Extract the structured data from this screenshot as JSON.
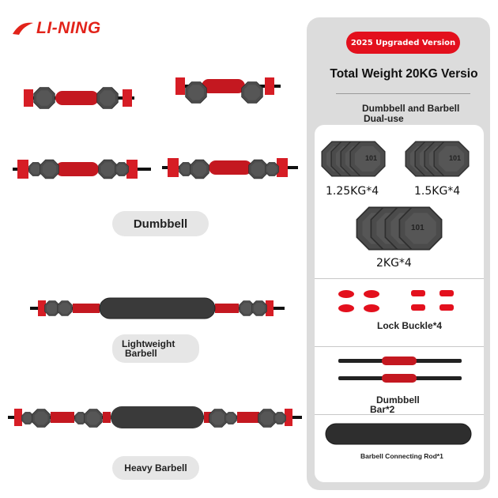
{
  "brand": {
    "logo_text": "LI-NING"
  },
  "left": {
    "dumbbell_label": "Dumbbell",
    "lightweight_label_1": "Lightweight",
    "lightweight_label_2": "Barbell",
    "heavy_label": "Heavy Barbell"
  },
  "panel": {
    "badge": "2025 Upgraded Version",
    "title": "Total Weight 20KG Versio",
    "subtitle_1": "Dumbbell and Barbell",
    "subtitle_2": "Dual-use",
    "plate_125_label": "1.25KG*4",
    "plate_15_label": "1.5KG*4",
    "plate_2_label": "2KG*4",
    "plate_marking": "101",
    "buckle_label": "Lock Buckle*4",
    "bar_label_1": "Dumbbell",
    "bar_label_2": "Bar*2",
    "rod_label": "Barbell Connecting Rod*1"
  },
  "colors": {
    "brand_red": "#e2231a",
    "plate": "#4a4a4a",
    "accent_red": "#e3101d",
    "panel_bg": "#dcdcdc"
  }
}
